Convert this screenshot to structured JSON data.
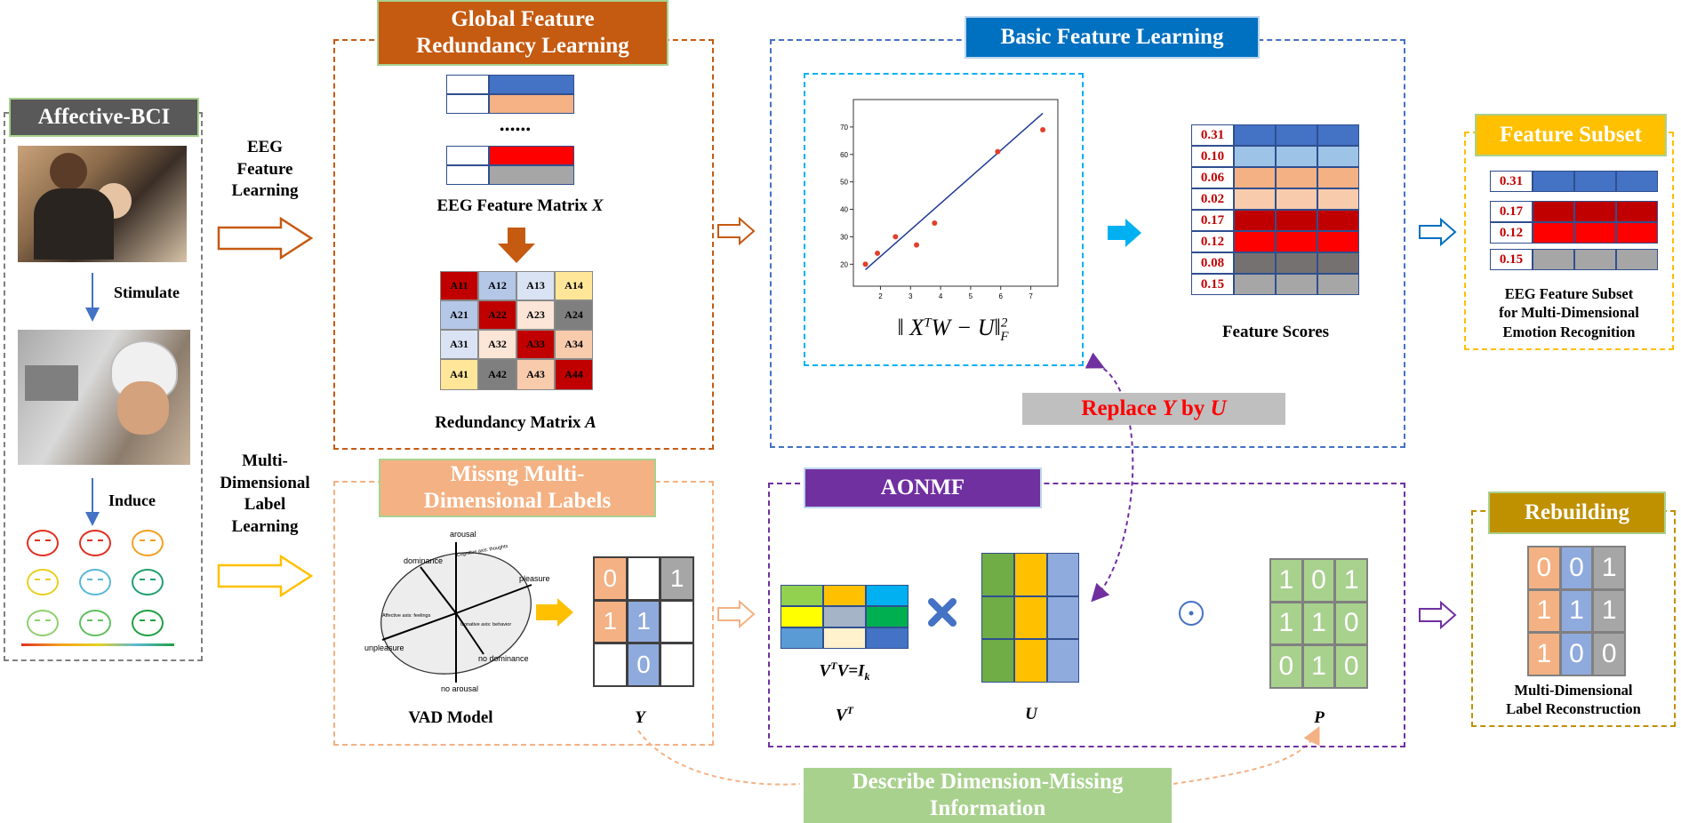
{
  "left": {
    "title": "Affective-BCI",
    "stimulate": "Stimulate",
    "induce": "Induce"
  },
  "left_labels": {
    "eeg_learning": "EEG\nFeature\nLearning",
    "label_learning": "Multi-\nDimensional\nLabel\nLearning"
  },
  "global": {
    "title": "Global Feature\nRedundancy Learning",
    "dots": "••••••",
    "matrix_x_caption": "EEG Feature Matrix",
    "matrix_x_symbol": "X",
    "redundancy_cells": [
      "A11",
      "A12",
      "A13",
      "A14",
      "A21",
      "A22",
      "A23",
      "A24",
      "A31",
      "A32",
      "A33",
      "A34",
      "A41",
      "A42",
      "A43",
      "A44"
    ],
    "redundancy_caption": "Redundancy Matrix",
    "redundancy_symbol": "A"
  },
  "basic": {
    "title": "Basic Feature Learning",
    "scatter_x": [
      1.5,
      1.9,
      2.5,
      3.2,
      3.8,
      5.9,
      7.4
    ],
    "scatter_y": [
      20,
      24,
      30,
      27,
      35,
      61,
      69
    ],
    "line_x": [
      1.5,
      7.4
    ],
    "line_y": [
      18,
      75
    ],
    "x_ticks": [
      2,
      3,
      4,
      5,
      6,
      7
    ],
    "y_ticks": [
      20,
      30,
      40,
      50,
      60,
      70
    ],
    "x_range": [
      1.1,
      7.9
    ],
    "y_range": [
      12,
      80
    ],
    "formula": "‖ XᵀW − U‖²F",
    "scores": [
      "0.31",
      "0.10",
      "0.06",
      "0.02",
      "0.17",
      "0.12",
      "0.08",
      "0.15"
    ],
    "scores_caption": "Feature Scores"
  },
  "subset": {
    "title": "Feature Subset",
    "scores": [
      "0.31",
      "0.17",
      "0.12",
      "0.15"
    ],
    "caption": "EEG Feature Subset\nfor Multi-Dimensional\nEmotion Recognition"
  },
  "replace": {
    "prefix": "Replace ",
    "y": "Y",
    "by": " by ",
    "u": "U"
  },
  "missing": {
    "title": "Missng Multi-\nDimensional Labels",
    "vad_caption": "VAD Model",
    "y_caption": "Y",
    "y_cells": [
      "0",
      "",
      "1",
      "1",
      "1",
      "",
      "",
      "0",
      ""
    ],
    "vad": {
      "arousal": "arousal",
      "no_arousal": "no arousal",
      "pleasure": "pleasure",
      "unpleasure": "unpleasure",
      "dominance": "dominance",
      "no_dominance": "no\ndominance",
      "cognitive": "Cognitive axis: thoughts",
      "affective": "Affective axis: feelings",
      "conative": "Conative axis: behavior"
    }
  },
  "aonmf": {
    "title": "AONMF",
    "constraint_v": "V",
    "constraint_sup": "T",
    "constraint_eq": "V=I",
    "constraint_sub": "k",
    "vt_caption": "V",
    "vt_sup": "T",
    "u_caption": "U",
    "p_caption": "P",
    "p_cells": [
      "1",
      "0",
      "1",
      "1",
      "1",
      "0",
      "0",
      "1",
      "0"
    ],
    "times": "✖",
    "odot": "⊙"
  },
  "rebuild": {
    "title": "Rebuilding",
    "cells": [
      "0",
      "0",
      "1",
      "1",
      "1",
      "1",
      "1",
      "0",
      "0"
    ],
    "caption": "Multi-Dimensional\nLabel Reconstruction"
  },
  "describe": {
    "title": "Describe Dimension-Missing\nInformation"
  },
  "colors": {
    "orange_title": "#c55a11",
    "blue_title": "#0070c0",
    "gold_title": "#ffc000",
    "purple_title": "#7030a0",
    "salmon_title": "#f4b183",
    "green_title": "#a9d18e",
    "olive_title": "#bf9000",
    "gray_title": "#595959"
  }
}
